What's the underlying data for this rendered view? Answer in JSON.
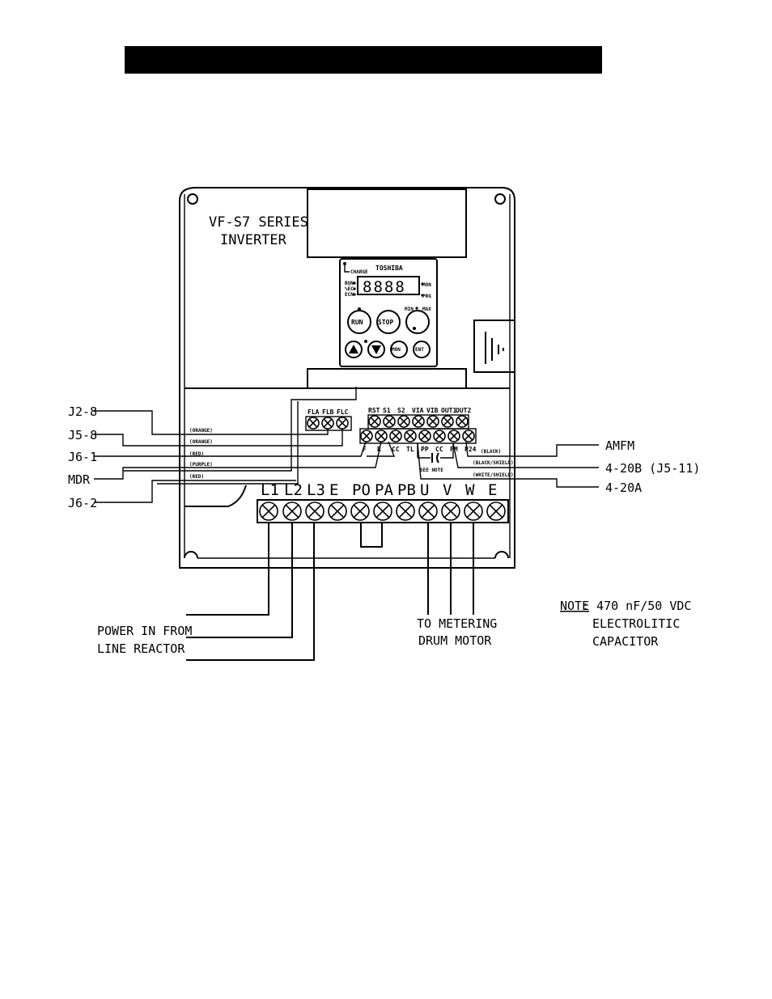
{
  "header": {
    "banner_text": ""
  },
  "inverter": {
    "series_line1": "VF-S7 SERIES",
    "series_line2": "INVERTER",
    "brand": "TOSHIBA",
    "charge_label": "CHARGE",
    "display_digits": "8888",
    "led_labels": [
      "RUN",
      "%EC",
      "ECN"
    ],
    "mode_labels": [
      "MON",
      "PRG"
    ],
    "buttons": {
      "run": "RUN",
      "stop": "STOP",
      "mon": "MON",
      "ent": "ENT"
    },
    "knob_min": "MIN",
    "knob_max": "MAX"
  },
  "control_terminals": {
    "relay": [
      "FLA",
      "FLB",
      "FLC"
    ],
    "upper": [
      "RST",
      "S1",
      "S2",
      "VIA",
      "VIB",
      "OUT1",
      "OUT2"
    ],
    "lower": [
      "F",
      "R",
      "CC",
      "TL",
      "PP",
      "CC",
      "FM",
      "P24"
    ],
    "see_note": "SEE NOTE"
  },
  "power_terminals": [
    "L1",
    "L2",
    "L3",
    "E",
    "PO",
    "PA",
    "PB",
    "U",
    "V",
    "W",
    "E"
  ],
  "left_connections": [
    {
      "label": "J2-8",
      "color": "(ORANGE)"
    },
    {
      "label": "J5-8",
      "color": "(ORANGE)"
    },
    {
      "label": "J6-1",
      "color": "(RED)"
    },
    {
      "label": "MDR",
      "color": "(PURPLE)"
    },
    {
      "label": "J6-2",
      "color": "(RED)"
    }
  ],
  "right_connections": [
    {
      "label": "AMFM",
      "color": "(BLACK)"
    },
    {
      "label": "4-20B (J5-11)",
      "color": "(BLACK/SHIELD)"
    },
    {
      "label": "4-20A",
      "color": "(WHITE/SHIELD)"
    }
  ],
  "power_in": {
    "line1": "POWER IN FROM",
    "line2": "LINE REACTOR"
  },
  "motor": {
    "line1": "TO METERING",
    "line2": "DRUM MOTOR"
  },
  "note": {
    "title": "NOTE",
    "line1": ": 470 nF/50 VDC",
    "line2": "ELECTROLITIC",
    "line3": "CAPACITOR"
  }
}
